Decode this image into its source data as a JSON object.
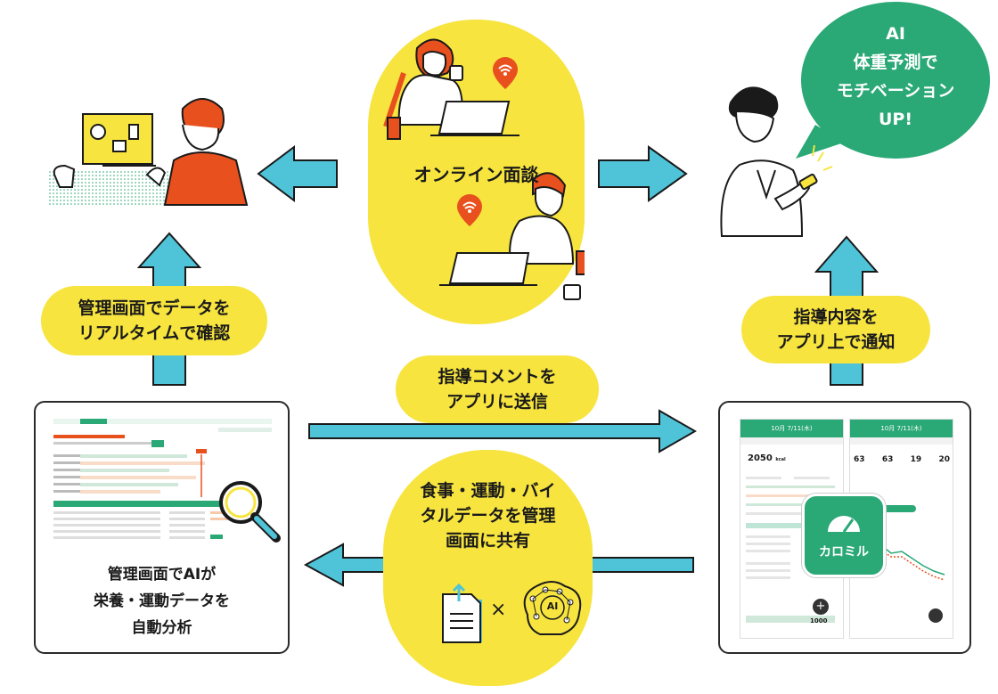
{
  "labels": {
    "center_title": "オンライン面談",
    "left_up_pill": "管理画面でデータを\nリアルタイムで確認",
    "mid_top_pill": "指導コメントを\nアプリに送信",
    "mid_bottom_pill": "食事・運動・バイ\nタルデータを管理\n画面に共有",
    "right_up_pill": "指導内容を\nアプリ上で通知",
    "bubble": "AI\n体重予測で\nモチベーション\nUP!",
    "left_card_caption": "管理画面でAIが\n栄養・運動データを\n自動分析",
    "app_name": "カロミル",
    "times_sign": "×",
    "ai_brain": "AI"
  },
  "app_screen": {
    "date1": "10月 7/11(木)",
    "date2": "10月 7/11(木)",
    "calorie_value": "2050",
    "calorie_unit": "kcal",
    "stat_vals": [
      "63",
      "63",
      "19",
      "20"
    ],
    "bottom_value": "1000"
  },
  "colors": {
    "yellow": "#f7e43f",
    "arrow": "#4fc3d8",
    "green": "#2aa876",
    "orange": "#e8501e",
    "dark": "#2a2a2a"
  }
}
